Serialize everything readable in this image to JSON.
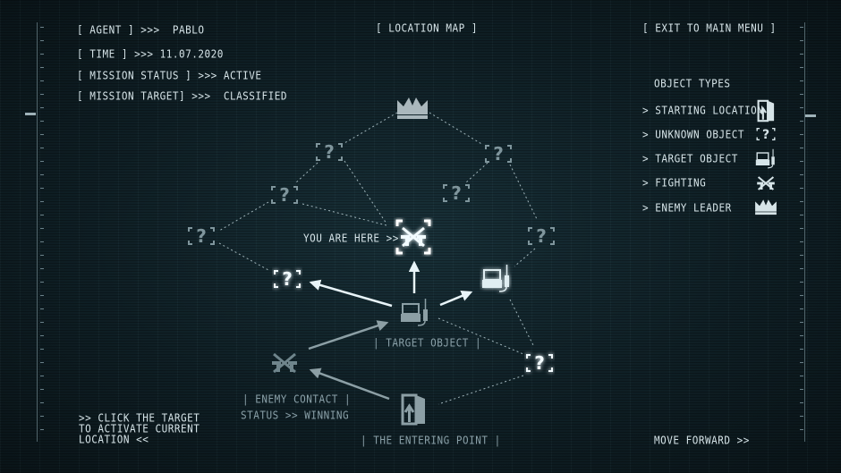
{
  "header": {
    "agent": "[ AGENT ] >>>  PABLO",
    "time": "[ TIME ] >>> 11.07.2020",
    "mission_status": "[ MISSION STATUS ] >>> ACTIVE",
    "mission_target": "[ MISSION TARGET] >>>  CLASSIFIED",
    "title": "[ LOCATION MAP ]",
    "exit": "[ EXIT TO MAIN MENU ]"
  },
  "legend": {
    "title": "OBJECT TYPES",
    "items": [
      {
        "label": "> STARTING LOCATION",
        "icon": "door-icon"
      },
      {
        "label": "> UNKNOWN OBJECT",
        "icon": "question-icon"
      },
      {
        "label": "> TARGET OBJECT",
        "icon": "radio-device-icon"
      },
      {
        "label": "> FIGHTING",
        "icon": "crossed-guns-icon"
      },
      {
        "label": "> ENEMY LEADER",
        "icon": "crown-icon"
      }
    ]
  },
  "map": {
    "you_are_here": "YOU ARE HERE >>",
    "target_label": "| TARGET OBJECT |",
    "enemy_contact": "| ENEMY CONTACT |",
    "enemy_status": "STATUS >> WINNING",
    "entry_label": "| THE ENTERING POINT |"
  },
  "footer": {
    "hint1": ">> CLICK THE TARGET",
    "hint2": "TO ACTIVATE CURRENT",
    "hint3": "LOCATION <<",
    "move_forward": "MOVE FORWARD >>"
  },
  "colors": {
    "text": "#d6e4e8",
    "glow": "#bfefff",
    "dim": "#7f959c"
  }
}
